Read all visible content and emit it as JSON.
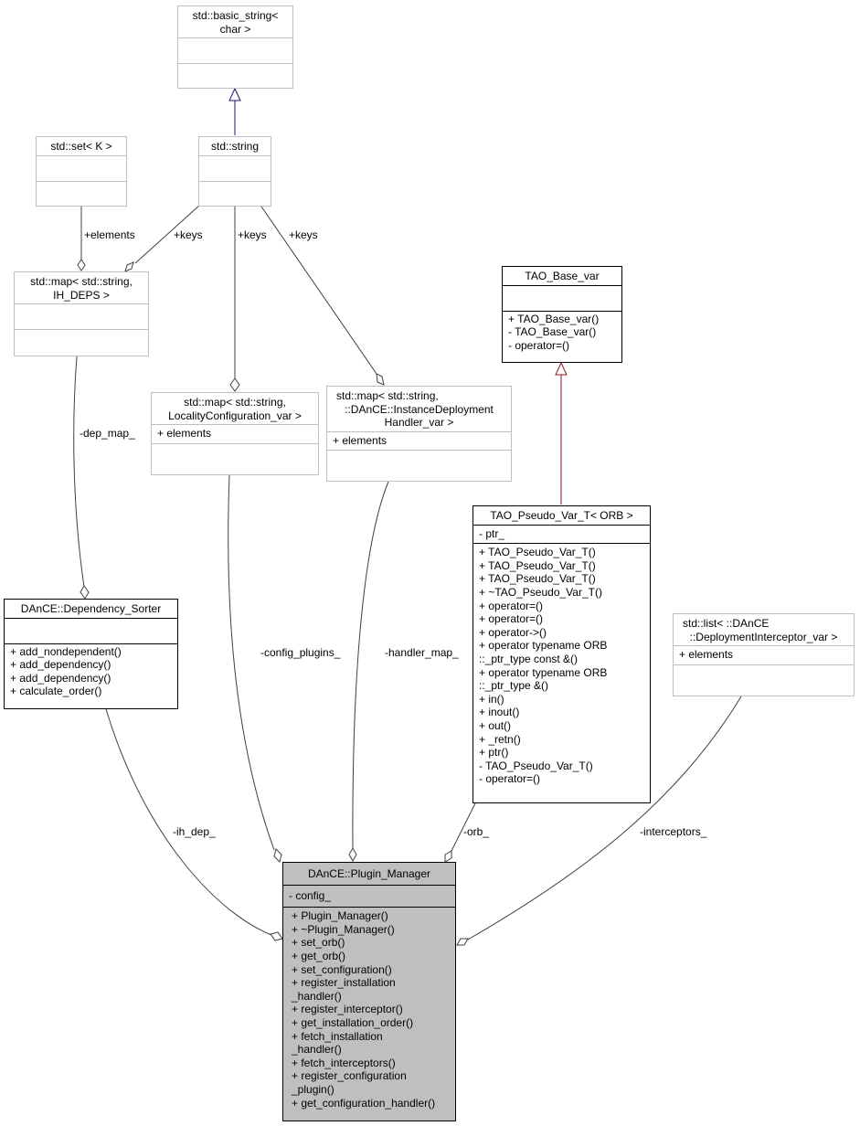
{
  "classes": {
    "basic_string": {
      "title": [
        "std::basic_string<",
        "char >"
      ]
    },
    "string": {
      "title": [
        "std::string"
      ]
    },
    "set": {
      "title": [
        "std::set< K >"
      ]
    },
    "map_ih": {
      "title": [
        "std::map< std::string,",
        "IH_DEPS >"
      ]
    },
    "tao_base": {
      "title": [
        "TAO_Base_var"
      ],
      "methods": [
        "+ TAO_Base_var()",
        "- TAO_Base_var()",
        "- operator=()"
      ]
    },
    "map_loc": {
      "title": [
        "std::map< std::string,",
        "LocalityConfiguration_var >"
      ],
      "attrs": [
        "+ elements"
      ]
    },
    "map_handler": {
      "title": [
        "std::map< std::string,",
        "::DAnCE::InstanceDeployment",
        "Handler_var >"
      ],
      "attrs": [
        "+ elements"
      ]
    },
    "pseudo_var": {
      "title": [
        "TAO_Pseudo_Var_T< ORB >"
      ],
      "attrs": [
        "- ptr_"
      ],
      "methods": [
        "+ TAO_Pseudo_Var_T()",
        "+ TAO_Pseudo_Var_T()",
        "+ TAO_Pseudo_Var_T()",
        "+ ~TAO_Pseudo_Var_T()",
        "+ operator=()",
        "+ operator=()",
        "+ operator->()",
        "+ operator typename ORB",
        "::_ptr_type const &()",
        "+ operator typename ORB",
        "::_ptr_type &()",
        "+ in()",
        "+ inout()",
        "+ out()",
        "+ _retn()",
        "+ ptr()",
        "- TAO_Pseudo_Var_T()",
        "- operator=()"
      ]
    },
    "dep_sorter": {
      "title": [
        "DAnCE::Dependency_Sorter"
      ],
      "methods": [
        "+ add_nondependent()",
        "+ add_dependency()",
        "+ add_dependency()",
        "+ calculate_order()"
      ]
    },
    "list_interceptor": {
      "title": [
        "std::list< ::DAnCE",
        "::DeploymentInterceptor_var >"
      ],
      "attrs": [
        "+ elements"
      ]
    },
    "plugin_manager": {
      "title": [
        "DAnCE::Plugin_Manager"
      ],
      "attrs": [
        "- config_"
      ],
      "methods": [
        "+ Plugin_Manager()",
        "+ ~Plugin_Manager()",
        "+ set_orb()",
        "+ get_orb()",
        "+ set_configuration()",
        "+ register_installation",
        "_handler()",
        "+ register_interceptor()",
        "+ get_installation_order()",
        "+ fetch_installation",
        "_handler()",
        "+ fetch_interceptors()",
        "+ register_configuration",
        "_plugin()",
        "+ get_configuration_handler()"
      ]
    }
  },
  "edge_labels": {
    "elements": "+elements",
    "keys1": "+keys",
    "keys2": "+keys",
    "keys3": "+keys",
    "dep_map": "-dep_map_",
    "config_plugins": "-config_plugins_",
    "handler_map": "-handler_map_",
    "ih_dep": "-ih_dep_",
    "orb": "-orb_",
    "interceptors": "-interceptors_"
  },
  "colors": {
    "inheritance_blue": "#191970",
    "inheritance_red": "#8b1a1a",
    "edge": "#404040",
    "highlight_fill": "#bfbfbf"
  }
}
